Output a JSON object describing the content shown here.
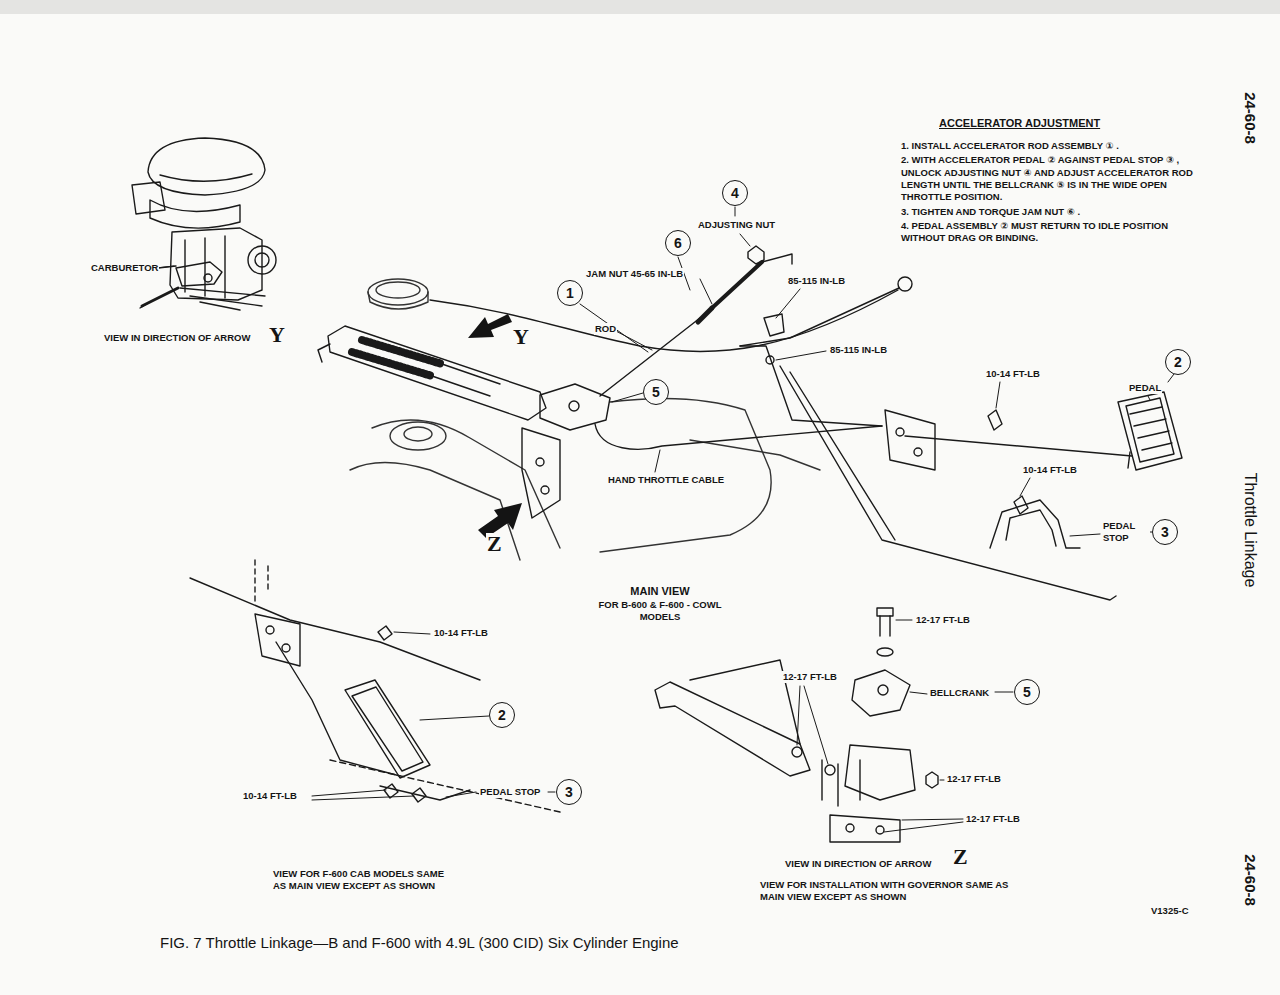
{
  "diagram": {
    "caption": "FIG. 7 Throttle Linkage—B and F-600 with 4.9L (300 CID) Six Cylinder Engine",
    "nodes": [
      {
        "text": [
          "4"
        ]
      },
      {
        "text": [
          "6"
        ]
      },
      {
        "text": [
          "1"
        ]
      },
      {
        "text": [
          "2"
        ]
      },
      {
        "text": [
          "5"
        ]
      },
      {
        "text": [
          "3"
        ]
      },
      {
        "text": [
          "5"
        ]
      },
      {
        "text": [
          "2"
        ]
      },
      {
        "text": [
          "3"
        ]
      }
    ],
    "labels": [
      "24-60-8",
      "ACCELERATOR ADJUSTMENT",
      "1. INSTALL ACCELERATOR ROD ASSEMBLY ① .",
      "2. WITH ACCELERATOR PEDAL ② AGAINST PEDAL STOP ③ , UNLOCK ADJUSTING NUT ④ AND ADJUST ACCELERATOR ROD LENGTH UNTIL THE BELLCRANK ⑤ IS IN THE WIDE OPEN THROTTLE POSITION.",
      "3. TIGHTEN AND TORQUE JAM NUT ⑥ .",
      "4. PEDAL ASSEMBLY ② MUST RETURN TO IDLE POSITION WITHOUT DRAG OR BINDING.",
      "CARBURETOR",
      "VIEW IN DIRECTION OF ARROW",
      "Y",
      "ADJUSTING NUT",
      "JAM NUT 45-65 IN-LB",
      "ROD",
      "85-115 IN-LB",
      "85-115 IN-LB",
      "Y",
      "10-14 FT-LB",
      "PEDAL",
      "10-14 FT-LB",
      "HAND THROTTLE CABLE",
      "PEDAL STOP",
      "Z",
      "MAIN VIEW",
      "FOR B-600 & F-600 - COWL MODELS",
      "Throttle Linkage",
      "10-14 FT-LB",
      "12-17 FT-LB",
      "12-17 FT-LB",
      "BELLCRANK",
      "10-14 FT-LB",
      "PEDAL STOP",
      "12-17 FT-LB",
      "12-17 FT-LB",
      "VIEW IN DIRECTION OF ARROW",
      "Z",
      "VIEW FOR F-600 CAB MODELS SAME AS MAIN VIEW EXCEPT AS SHOWN",
      "VIEW FOR INSTALLATION WITH GOVERNOR SAME AS MAIN VIEW EXCEPT AS SHOWN",
      "V1325-C",
      "24-60-8"
    ]
  }
}
